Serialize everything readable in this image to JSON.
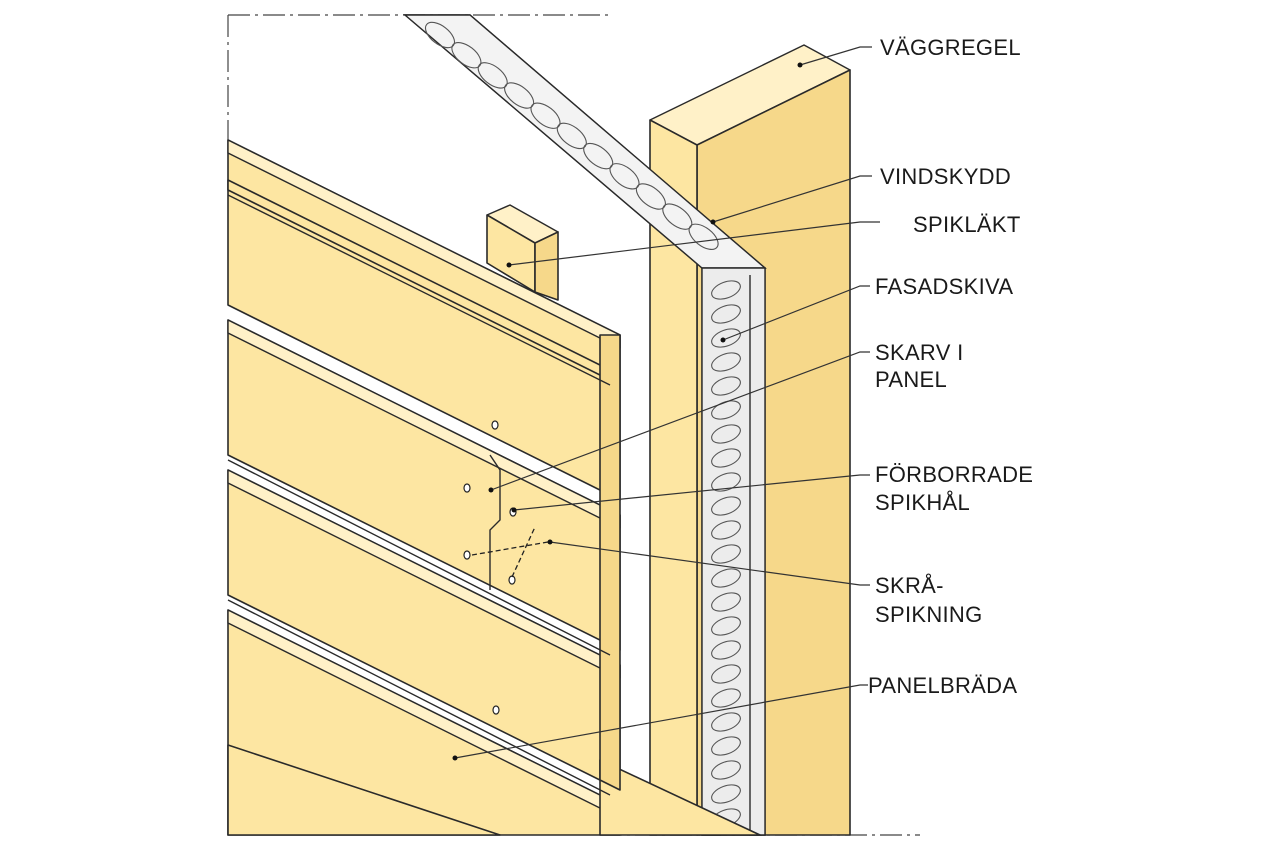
{
  "labels": {
    "vaggregel": "VÄGGREGEL",
    "vindskydd": "VINDSKYDD",
    "spiklakt": "SPIKLÄKT",
    "fasadskiva": "FASADSKIVA",
    "skarv_line1": "SKARV I",
    "skarv_line2": "PANEL",
    "forborrade_line1": "FÖRBORRADE",
    "forborrade_line2": "SPIKHÅL",
    "skra_line1": "SKRÅ-",
    "skra_line2": "SPIKNING",
    "panelbrada": "PANELBRÄDA"
  },
  "colors": {
    "wood": "#fde6a2",
    "wood_side": "#f6d88a",
    "board": "#e9e9e9",
    "outline": "#2a2a2a"
  }
}
